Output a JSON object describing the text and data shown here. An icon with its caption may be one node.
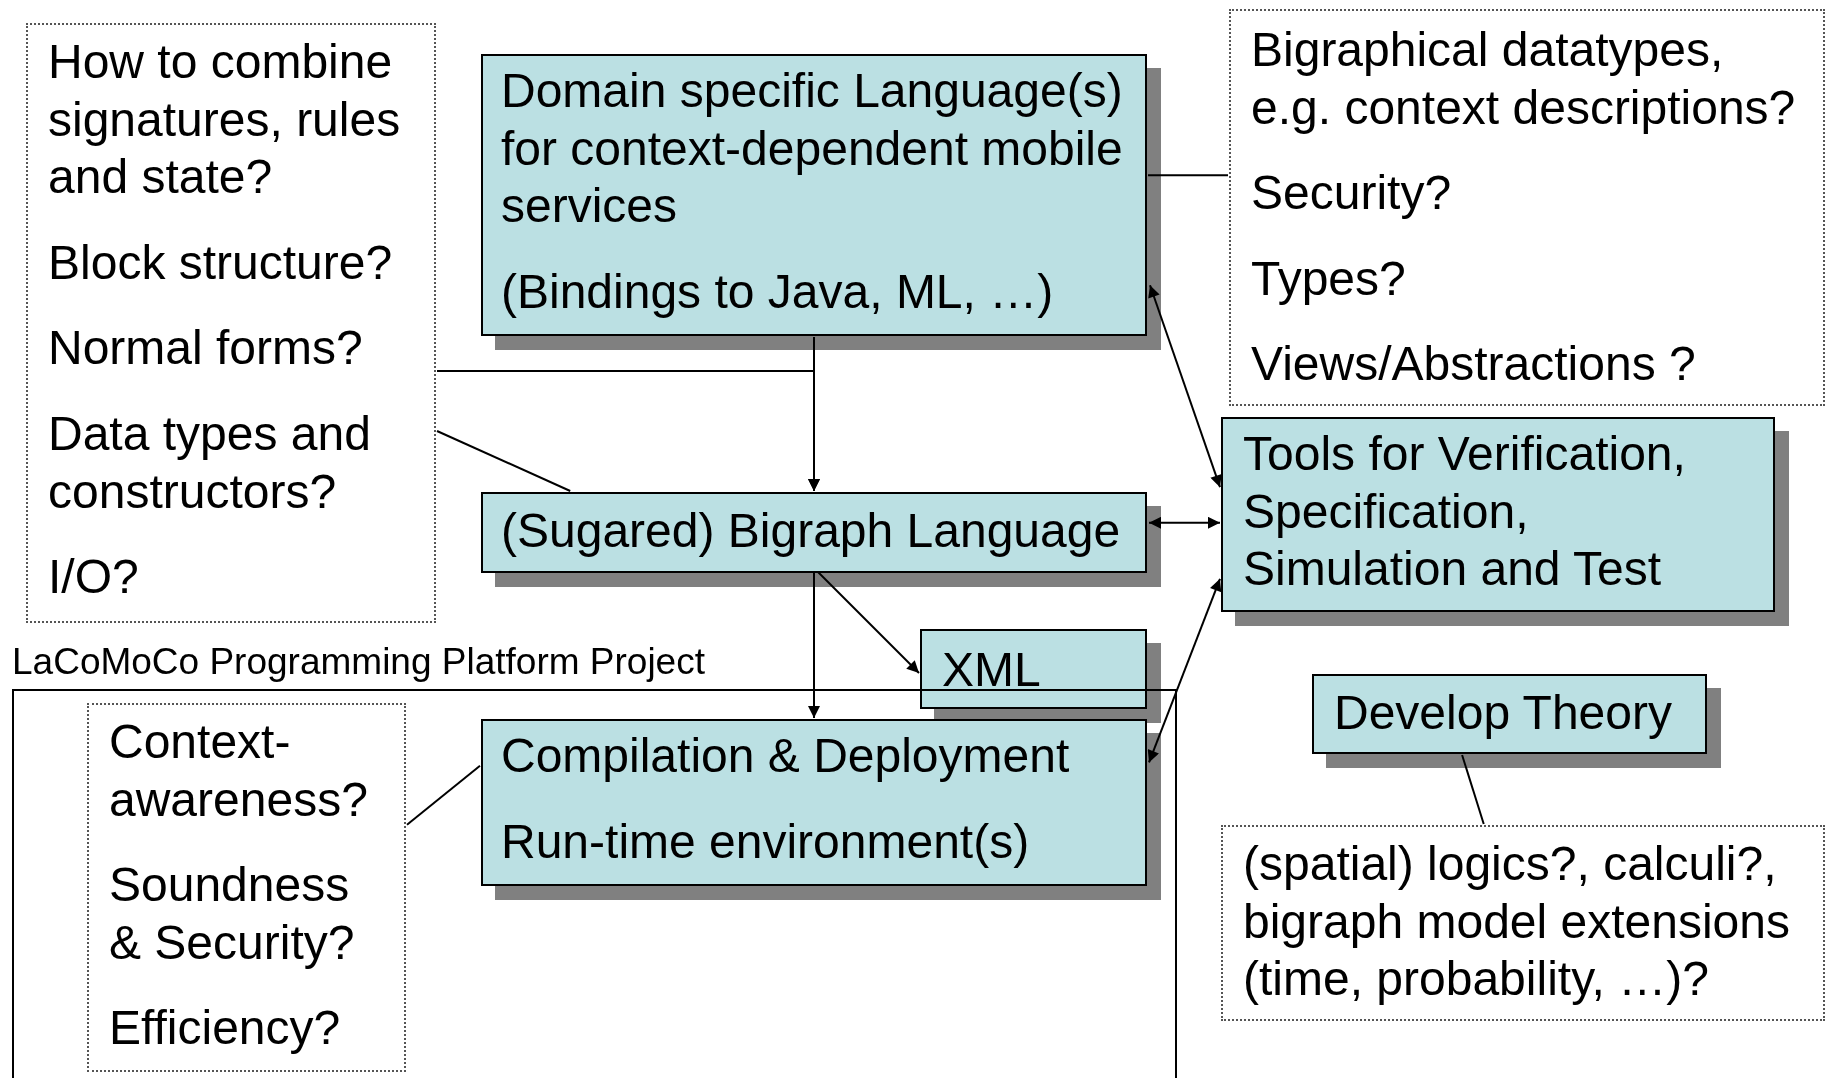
{
  "diagram": {
    "nodes": [
      {
        "text": [
          "How to combine signatures, rules and state?",
          "Block structure?",
          "Normal forms?",
          "Data types and constructors?",
          "I/O?"
        ]
      },
      {
        "text": [
          "Domain specific Language(s) for context-dependent mobile services",
          "(Bindings to Java, ML, …)"
        ]
      },
      {
        "text": [
          "Bigraphical datatypes, e.g. context descriptions?",
          "Security?",
          "Types?",
          "Views/Abstractions ?"
        ]
      },
      {
        "text": [
          "Tools for Verification, Specification, Simulation and Test"
        ]
      },
      {
        "text": [
          "(Sugared) Bigraph Language"
        ]
      },
      {
        "text": [
          "XML"
        ]
      },
      {
        "text": [
          "LaCoMoCo Programming Platform Project"
        ]
      },
      {
        "text": [
          "Context-awareness?",
          "Soundness & Security?",
          "Efficiency?"
        ],
        "in": 6
      },
      {
        "text": [
          "Compilation & Deployment",
          "Run-time environment(s)"
        ],
        "in": 6
      },
      {
        "text": [
          "Develop Theory"
        ]
      },
      {
        "text": [
          "(spatial) logics?, calculi?, bigraph model extensions (time, probability, …)?"
        ]
      }
    ],
    "edges": [
      {
        "from": 1,
        "to": 4,
        "arrow": "to"
      },
      {
        "from": 0,
        "to": 4,
        "arrow": "to"
      },
      {
        "from": 0,
        "to": 4,
        "arrow": "none"
      },
      {
        "from": 1,
        "to": 2,
        "arrow": "none"
      },
      {
        "from": 1,
        "to": 3,
        "arrow": "both"
      },
      {
        "from": 4,
        "to": 3,
        "arrow": "both"
      },
      {
        "from": 4,
        "to": 8,
        "arrow": "to"
      },
      {
        "from": 4,
        "to": 5,
        "arrow": "to"
      },
      {
        "from": 8,
        "to": 3,
        "arrow": "both"
      },
      {
        "from": 7,
        "to": 8,
        "arrow": "none"
      },
      {
        "from": 9,
        "to": 10,
        "arrow": "none"
      }
    ]
  }
}
